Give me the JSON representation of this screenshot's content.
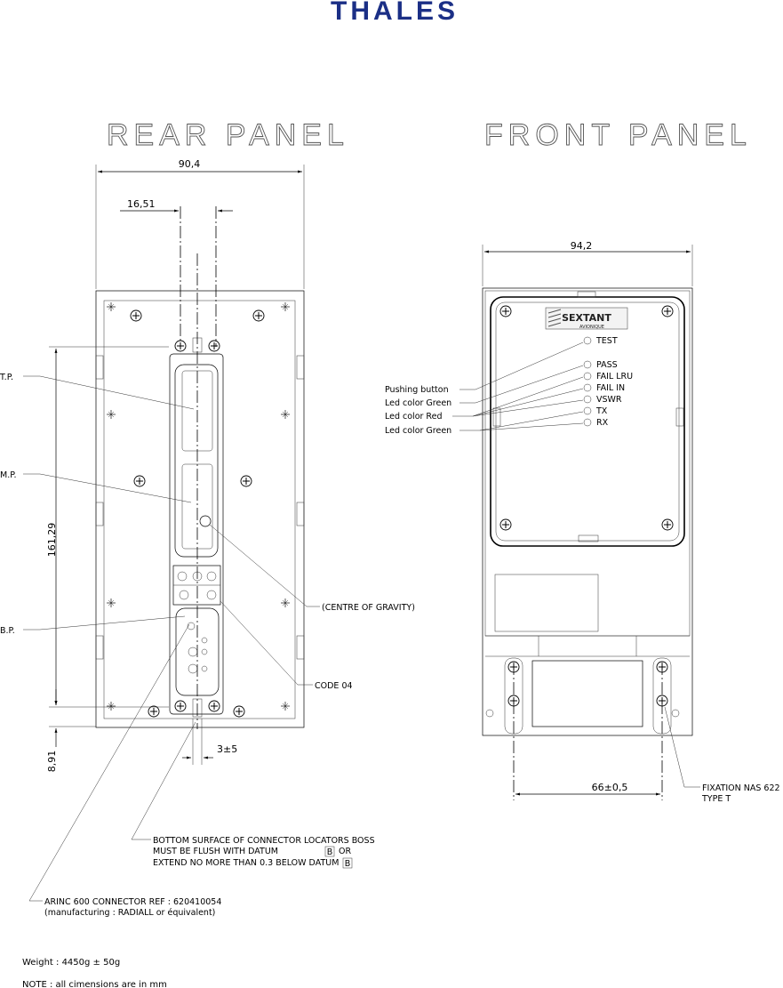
{
  "brand": {
    "logo_text": "THALES",
    "logo_color": "#1b2f86"
  },
  "rear_panel": {
    "title": "REAR PANEL",
    "dims": {
      "width": "90,4",
      "offset": "16,51",
      "height": "161,29",
      "bottom": "8,91",
      "pin": "3±5"
    },
    "labels": {
      "tp": "T.P.",
      "mp": "M.P.",
      "bp": "B.P.",
      "cog": "(CENTRE OF GRAVITY)",
      "code": "CODE 04"
    }
  },
  "front_panel": {
    "title": "FRONT PANEL",
    "dims": {
      "width": "94,2",
      "fix_spacing": "66±0,5"
    },
    "sextant": {
      "name": "SEXTANT",
      "sub": "AVIONIQUE"
    },
    "leds": [
      "TEST",
      "PASS",
      "FAIL LRU",
      "FAIL IN",
      "VSWR",
      "TX",
      "RX"
    ],
    "callouts": [
      "Pushing button",
      "Led color Green",
      "Led color Red",
      "Led color Green"
    ],
    "fixation": {
      "line1": "FIXATION NAS 622",
      "line2": "TYPE T"
    }
  },
  "notes": {
    "boss_line1": "BOTTOM SURFACE OF CONNECTOR LOCATORS BOSS",
    "boss_line2": "MUST BE FLUSH WITH DATUM",
    "boss_or": "OR",
    "boss_line3": "EXTEND NO MORE THAN 0.3 BELOW DATUM",
    "datum": "B",
    "arinc_line1": "ARINC 600 CONNECTOR REF : 620410054",
    "arinc_line2": "(manufacturing : RADIALL or équivalent)",
    "weight": "Weight : 4450g ± 50g",
    "note": "NOTE : all cimensions are in mm"
  }
}
